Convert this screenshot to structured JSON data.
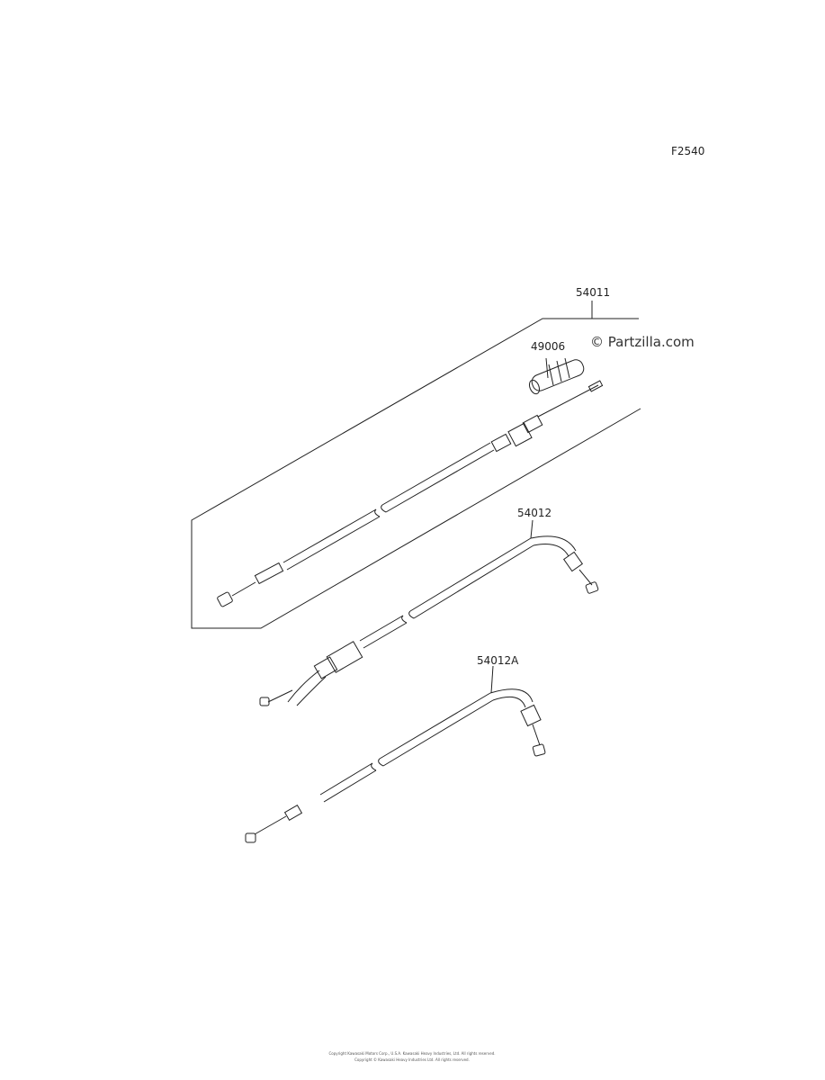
{
  "figure_code": "F2540",
  "watermark": "© Partzilla.com",
  "parts": [
    {
      "number": "54011"
    },
    {
      "number": "49006"
    },
    {
      "number": "54012"
    },
    {
      "number": "54012A"
    }
  ],
  "footer": {
    "line1": "Copyright Kawasaki Motors Corp., U.S.A. Kawasaki Heavy Industries, Ltd. All rights reserved.",
    "line2": "Copyright © Kawasaki Heavy Industries Ltd. All rights reserved."
  }
}
